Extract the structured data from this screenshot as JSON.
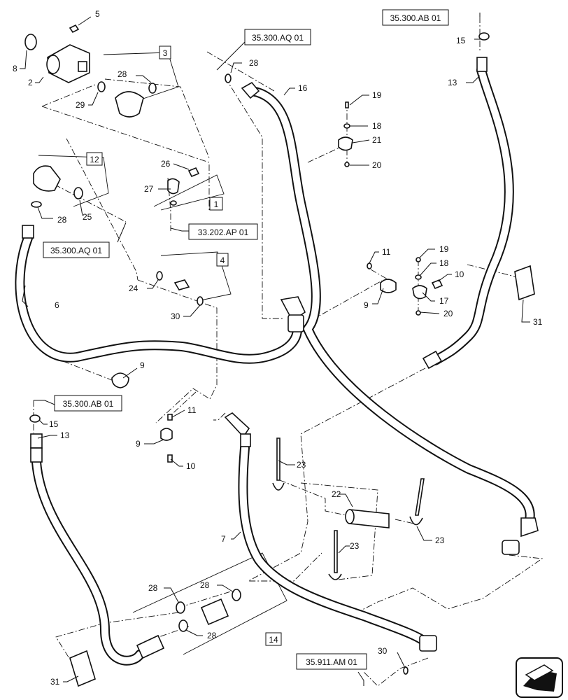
{
  "references": [
    {
      "id": "ref-35300ab01-top",
      "text": "35.300.AB 01"
    },
    {
      "id": "ref-35300aq01-top",
      "text": "35.300.AQ 01"
    },
    {
      "id": "ref-35300aq01-left",
      "text": "35.300.AQ 01"
    },
    {
      "id": "ref-33202ap01",
      "text": "33.202.AP 01"
    },
    {
      "id": "ref-35300ab01-left",
      "text": "35.300.AB 01"
    },
    {
      "id": "ref-35911am01",
      "text": "35.911.AM 01"
    }
  ],
  "group_boxes": [
    {
      "id": "group-3",
      "text": "3"
    },
    {
      "id": "group-12",
      "text": "12"
    },
    {
      "id": "group-1",
      "text": "1"
    },
    {
      "id": "group-4",
      "text": "4"
    },
    {
      "id": "group-14",
      "text": "14"
    }
  ],
  "callouts": {
    "c5": "5",
    "c8": "8",
    "c2": "2",
    "c29": "29",
    "c28a": "28",
    "c28b": "28",
    "c16": "16",
    "c19a": "19",
    "c18a": "18",
    "c21": "21",
    "c20a": "20",
    "c26": "26",
    "c27": "27",
    "c28c": "28",
    "c25": "25",
    "c15a": "15",
    "c13a": "13",
    "c11a": "11",
    "c19b": "19",
    "c18b": "18",
    "c10a": "10",
    "c9a": "9",
    "c17": "17",
    "c20b": "20",
    "c31a": "31",
    "c24": "24",
    "c30a": "30",
    "c6": "6",
    "c9b": "9",
    "c15b": "15",
    "c13b": "13",
    "c11b": "11",
    "c9c": "9",
    "c10b": "10",
    "c23a": "23",
    "c22": "22",
    "c23b": "23",
    "c23c": "23",
    "c7": "7",
    "c28d": "28",
    "c28e": "28",
    "c28f": "28",
    "c30b": "30",
    "c31b": "31"
  },
  "icons": {
    "nav": "next-page-arrow-icon"
  }
}
